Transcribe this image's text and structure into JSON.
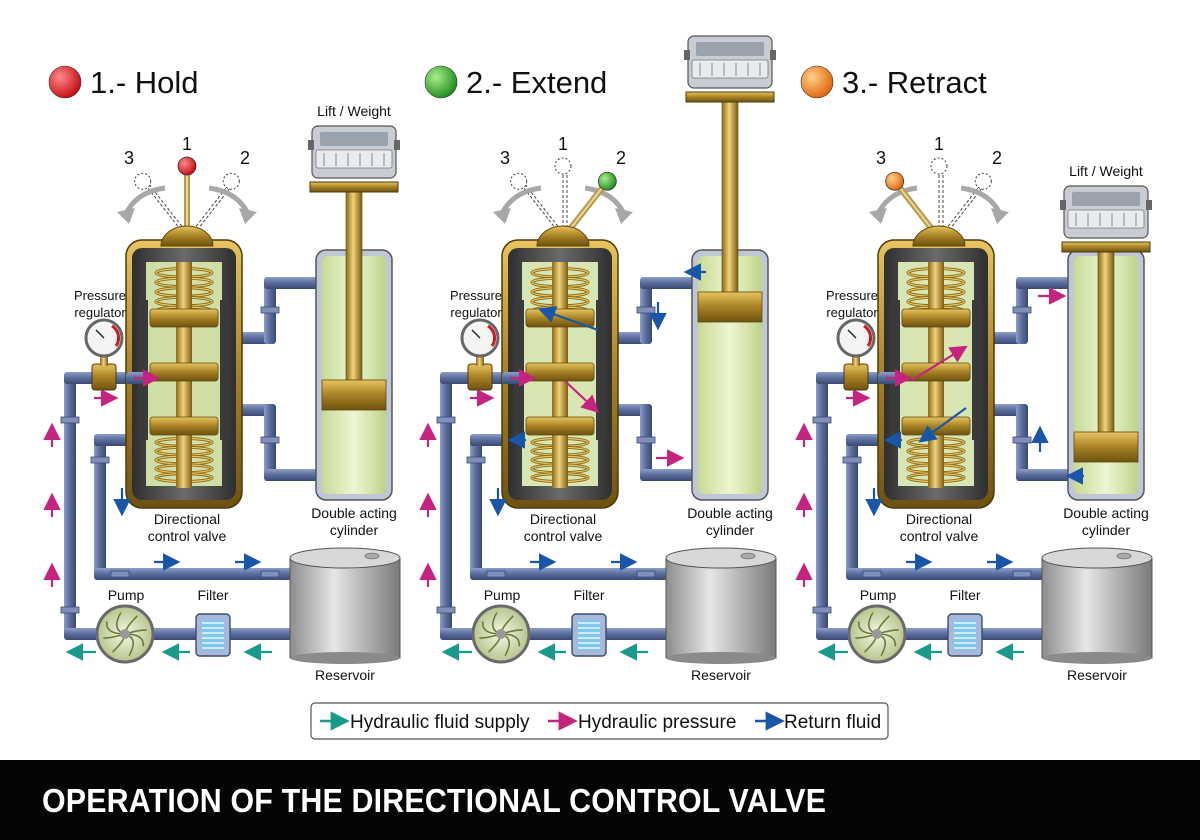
{
  "panels": [
    {
      "title": "1.- Hold",
      "indicator_color": "#e3101c",
      "position": "1",
      "lift_label": "Lift / Weight"
    },
    {
      "title": "2.- Extend",
      "indicator_color": "#2da82a",
      "position": "2",
      "lift_label": ""
    },
    {
      "title": "3.- Retract",
      "indicator_color": "#f07a14",
      "position": "3",
      "lift_label": "Lift / Weight"
    }
  ],
  "lever_positions": [
    "3",
    "1",
    "2"
  ],
  "labels": {
    "pressure_regulator": "Pressure regulator",
    "directional_control_valve": "Directional control valve",
    "double_acting_cylinder": "Double acting cylinder",
    "pump": "Pump",
    "filter": "Filter",
    "reservoir": "Reservoir"
  },
  "legend": {
    "items": [
      {
        "label": "Hydraulic fluid supply",
        "color": "#1a9a8a"
      },
      {
        "label": "Hydraulic pressure",
        "color": "#c4237f"
      },
      {
        "label": "Return fluid",
        "color": "#1a56a8"
      }
    ]
  },
  "colors": {
    "pipe": "#5b6fa0",
    "fluid": "#dfeeb8",
    "brass": "#c19a32",
    "valve_body": "#4a4a4a"
  },
  "banner": {
    "title": "OPERATION OF THE DIRECTIONAL CONTROL VALVE"
  }
}
